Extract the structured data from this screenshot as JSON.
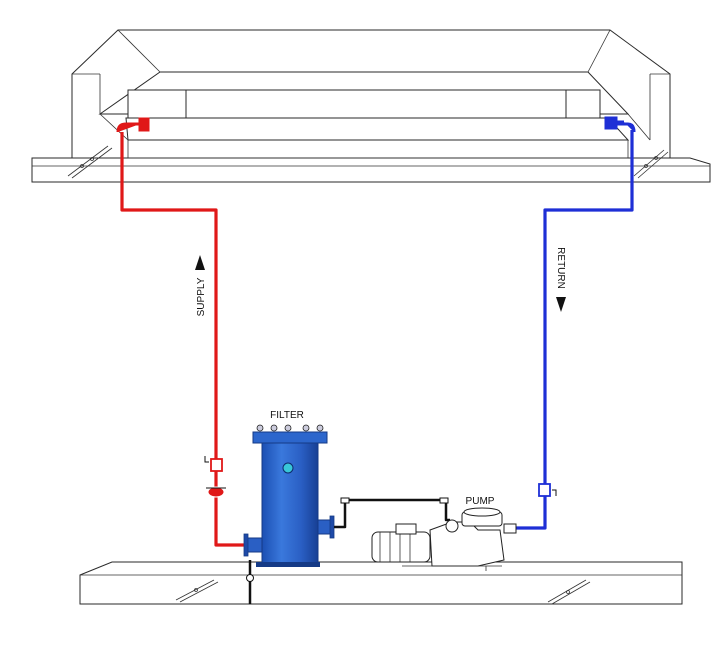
{
  "labels": {
    "filter": "FILTER",
    "pump": "PUMP",
    "supply": "SUPPLY",
    "return": "RETURN"
  },
  "colors": {
    "supply_pipe": "#e01818",
    "return_pipe": "#1e2fd6",
    "filter_body": "#2a63c9",
    "outline": "#2a2a2a",
    "connector_pipe": "#111111"
  },
  "icons": {
    "flow_up": "arrow-up-icon",
    "flow_down": "arrow-down-icon"
  }
}
